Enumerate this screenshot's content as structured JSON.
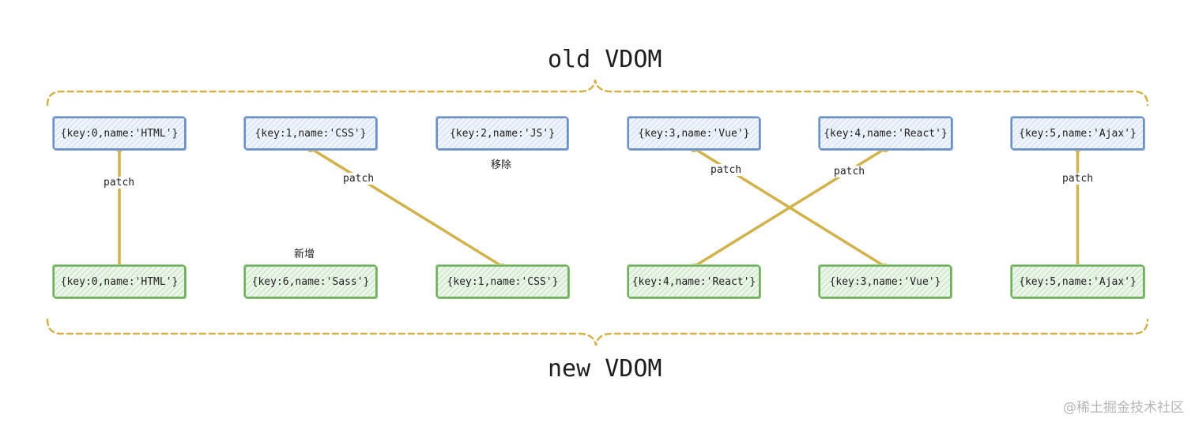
{
  "titles": {
    "old": "old VDOM",
    "new": "new VDOM"
  },
  "old_nodes": [
    {
      "id": "old-0",
      "label": "{key:0,name:'HTML'}"
    },
    {
      "id": "old-1",
      "label": "{key:1,name:'CSS'}"
    },
    {
      "id": "old-2",
      "label": "{key:2,name:'JS'}"
    },
    {
      "id": "old-3",
      "label": "{key:3,name:'Vue'}"
    },
    {
      "id": "old-4",
      "label": "{key:4,name:'React'}"
    },
    {
      "id": "old-5",
      "label": "{key:5,name:'Ajax'}"
    }
  ],
  "new_nodes": [
    {
      "id": "new-0",
      "label": "{key:0,name:'HTML'}"
    },
    {
      "id": "new-6",
      "label": "{key:6,name:'Sass'}"
    },
    {
      "id": "new-1",
      "label": "{key:1,name:'CSS'}"
    },
    {
      "id": "new-4",
      "label": "{key:4,name:'React'}"
    },
    {
      "id": "new-3",
      "label": "{key:3,name:'Vue'}"
    },
    {
      "id": "new-5",
      "label": "{key:5,name:'Ajax'}"
    }
  ],
  "links": [
    {
      "from": "old-0",
      "to": "new-0",
      "label": "patch"
    },
    {
      "from": "old-1",
      "to": "new-1",
      "label": "patch"
    },
    {
      "from": "old-3",
      "to": "new-3",
      "label": "patch"
    },
    {
      "from": "old-4",
      "to": "new-4",
      "label": "patch"
    },
    {
      "from": "old-5",
      "to": "new-5",
      "label": "patch"
    }
  ],
  "notes": {
    "removed": "移除",
    "added": "新增"
  },
  "watermark": "@稀土掘金技术社区",
  "colors": {
    "old_fill": "#dbe7f6",
    "old_stroke": "#6a8fc7",
    "new_fill": "#d4ead0",
    "new_stroke": "#6fae5a",
    "connector": "#d2b24a",
    "brace": "#d2b24a"
  }
}
